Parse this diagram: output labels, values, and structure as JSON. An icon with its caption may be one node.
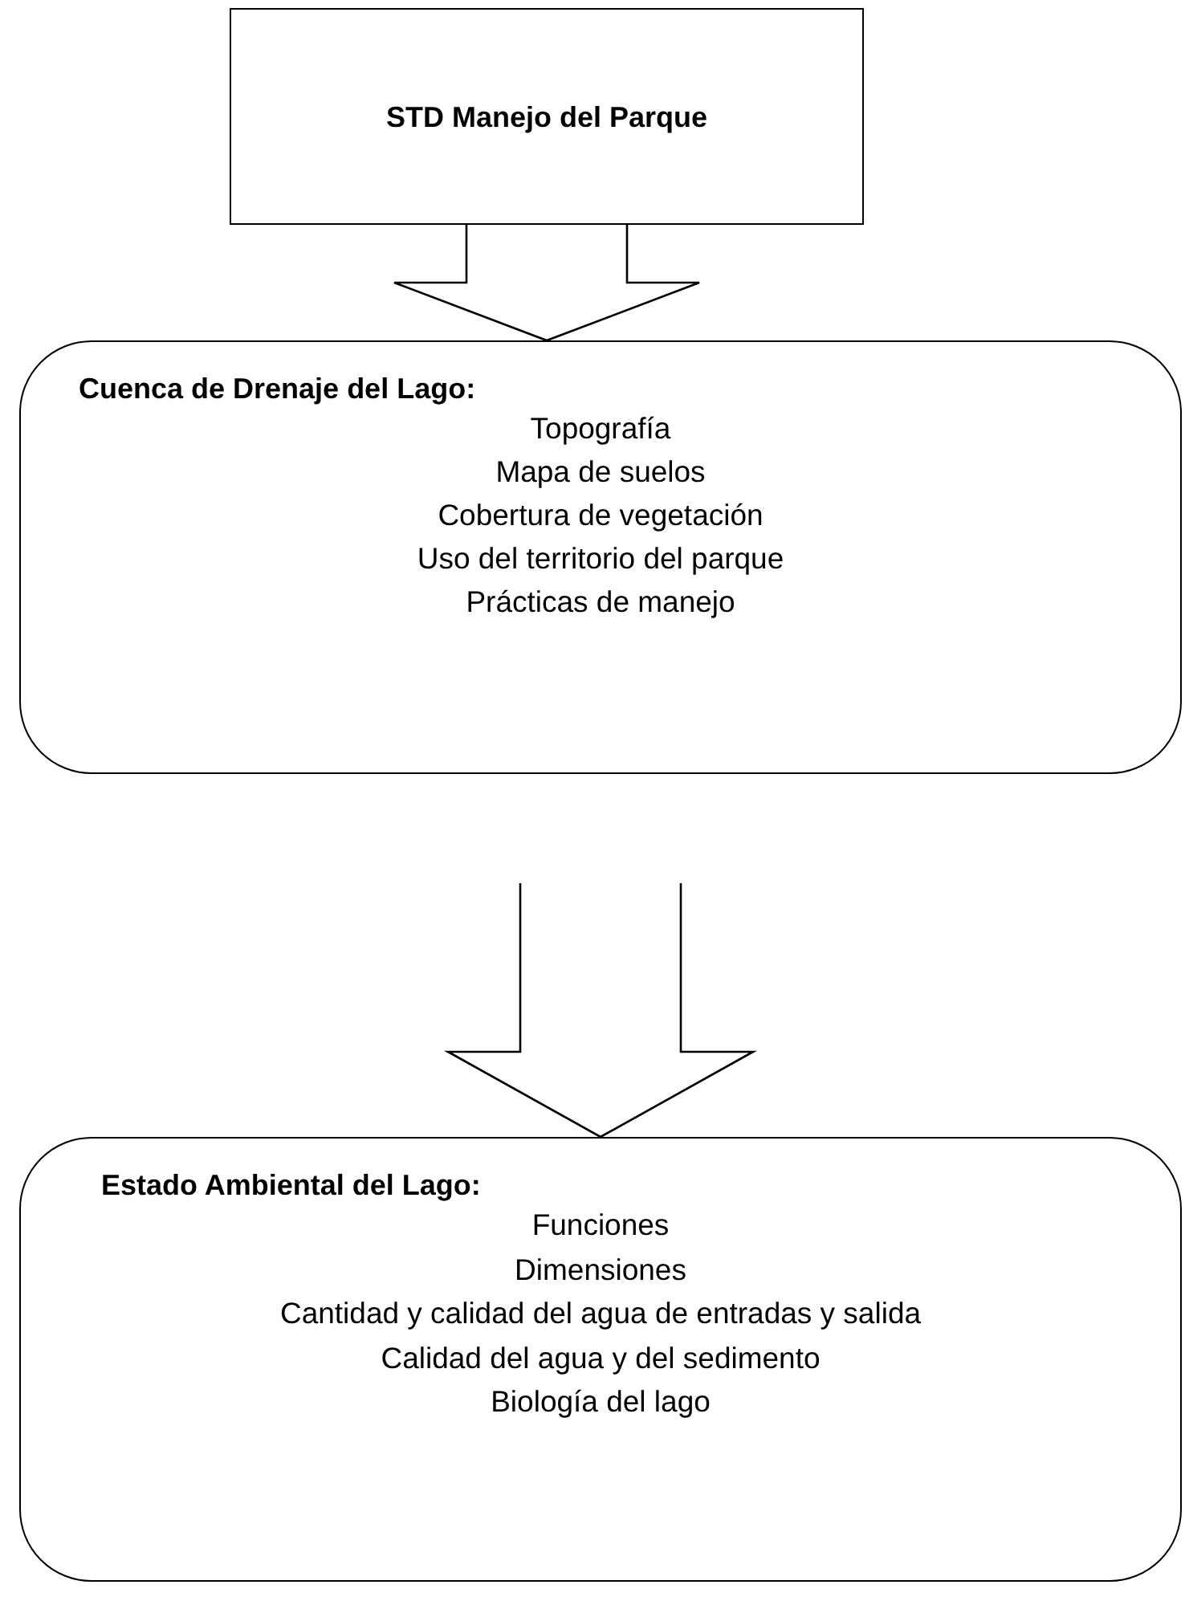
{
  "diagram": {
    "nodes": [
      {
        "text": [
          "STD Manejo del Parque"
        ]
      },
      {
        "text": [
          "Cuenca de Drenaje del Lago:",
          "Topografía",
          "Mapa de suelos",
          "Cobertura de vegetación",
          "Uso del territorio del parque",
          "Prácticas de manejo"
        ]
      },
      {
        "text": [
          "Estado Ambiental del Lago:",
          "Funciones",
          "Dimensiones",
          "Cantidad y calidad del agua de entradas y salida",
          "Calidad del agua y del sedimento",
          "Biología del lago"
        ]
      }
    ],
    "edges": [
      {
        "from": 0,
        "to": 1,
        "arrow": "to"
      },
      {
        "from": 1,
        "to": 2,
        "arrow": "to"
      }
    ]
  }
}
